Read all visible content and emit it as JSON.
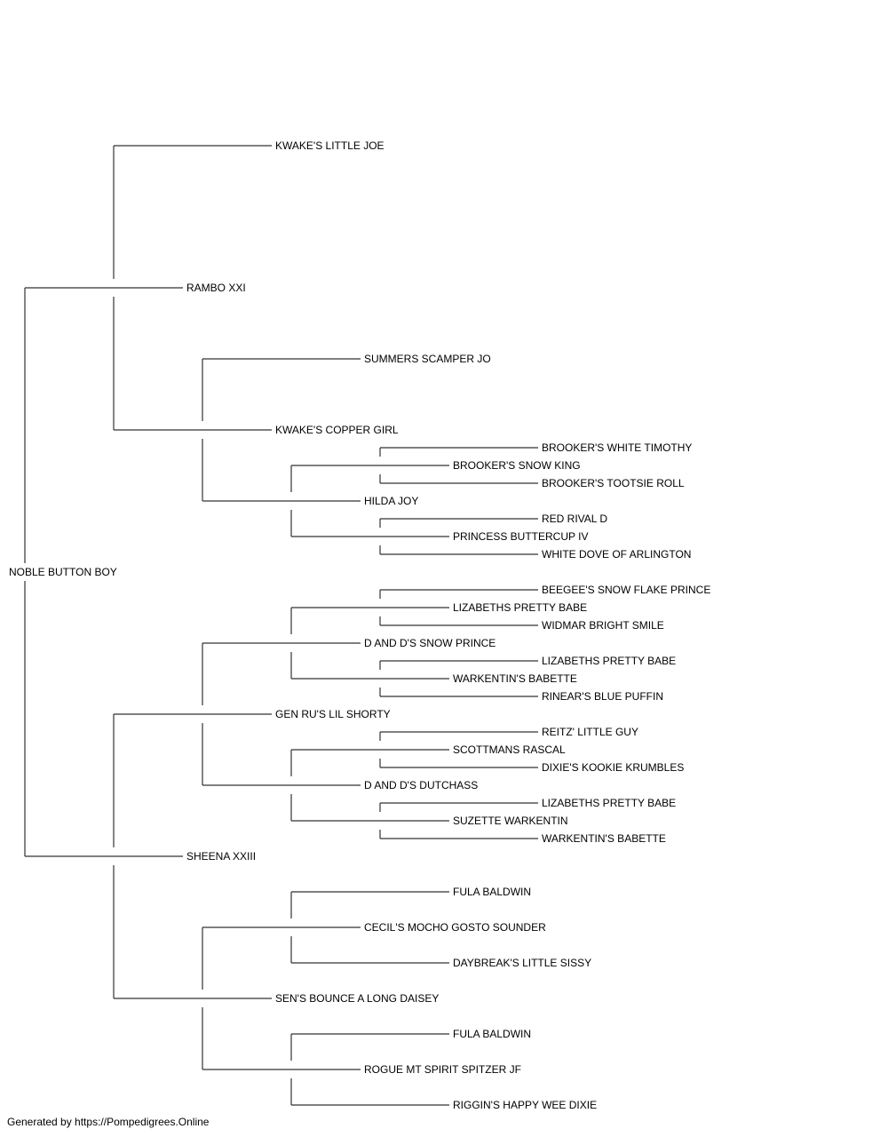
{
  "pedigree": {
    "name": "NOBLE BUTTON BOY",
    "sire": {
      "name": "RAMBO XXI",
      "sire": {
        "name": "KWAKE'S LITTLE JOE"
      },
      "dam": {
        "name": "KWAKE'S COPPER GIRL",
        "sire": {
          "name": "SUMMERS SCAMPER JO"
        },
        "dam": {
          "name": "HILDA JOY",
          "sire": {
            "name": "BROOKER'S SNOW KING",
            "sire": {
              "name": "BROOKER'S WHITE TIMOTHY"
            },
            "dam": {
              "name": "BROOKER'S TOOTSIE ROLL"
            }
          },
          "dam": {
            "name": "PRINCESS BUTTERCUP IV",
            "sire": {
              "name": "RED RIVAL D"
            },
            "dam": {
              "name": "WHITE DOVE OF ARLINGTON"
            }
          }
        }
      }
    },
    "dam": {
      "name": "SHEENA XXIII",
      "sire": {
        "name": "GEN RU'S LIL SHORTY",
        "sire": {
          "name": "D AND D'S SNOW PRINCE",
          "sire": {
            "name": "LIZABETHS PRETTY BABE",
            "sire": {
              "name": "BEEGEE'S SNOW FLAKE PRINCE"
            },
            "dam": {
              "name": "WIDMAR BRIGHT SMILE"
            }
          },
          "dam": {
            "name": "WARKENTIN'S BABETTE",
            "sire": {
              "name": "LIZABETHS PRETTY BABE"
            },
            "dam": {
              "name": "RINEAR'S BLUE PUFFIN"
            }
          }
        },
        "dam": {
          "name": "D AND D'S DUTCHASS",
          "sire": {
            "name": "SCOTTMANS RASCAL",
            "sire": {
              "name": "REITZ' LITTLE GUY"
            },
            "dam": {
              "name": "DIXIE'S KOOKIE KRUMBLES"
            }
          },
          "dam": {
            "name": "SUZETTE WARKENTIN",
            "sire": {
              "name": "LIZABETHS PRETTY BABE"
            },
            "dam": {
              "name": "WARKENTIN'S BABETTE"
            }
          }
        }
      },
      "dam": {
        "name": "SEN'S BOUNCE A LONG DAISEY",
        "sire": {
          "name": "CECIL'S MOCHO GOSTO SOUNDER",
          "sire": {
            "name": "FULA BALDWIN"
          },
          "dam": {
            "name": "DAYBREAK'S LITTLE SISSY"
          }
        },
        "dam": {
          "name": "ROGUE MT SPIRIT SPITZER JF",
          "sire": {
            "name": "FULA BALDWIN"
          },
          "dam": {
            "name": "RIGGIN'S HAPPY WEE DIXIE"
          }
        }
      }
    }
  },
  "footer": "Generated by https://Pompedigrees.Online",
  "colors": {
    "line": "#333333",
    "text": "#000000",
    "background": "#ffffff"
  }
}
